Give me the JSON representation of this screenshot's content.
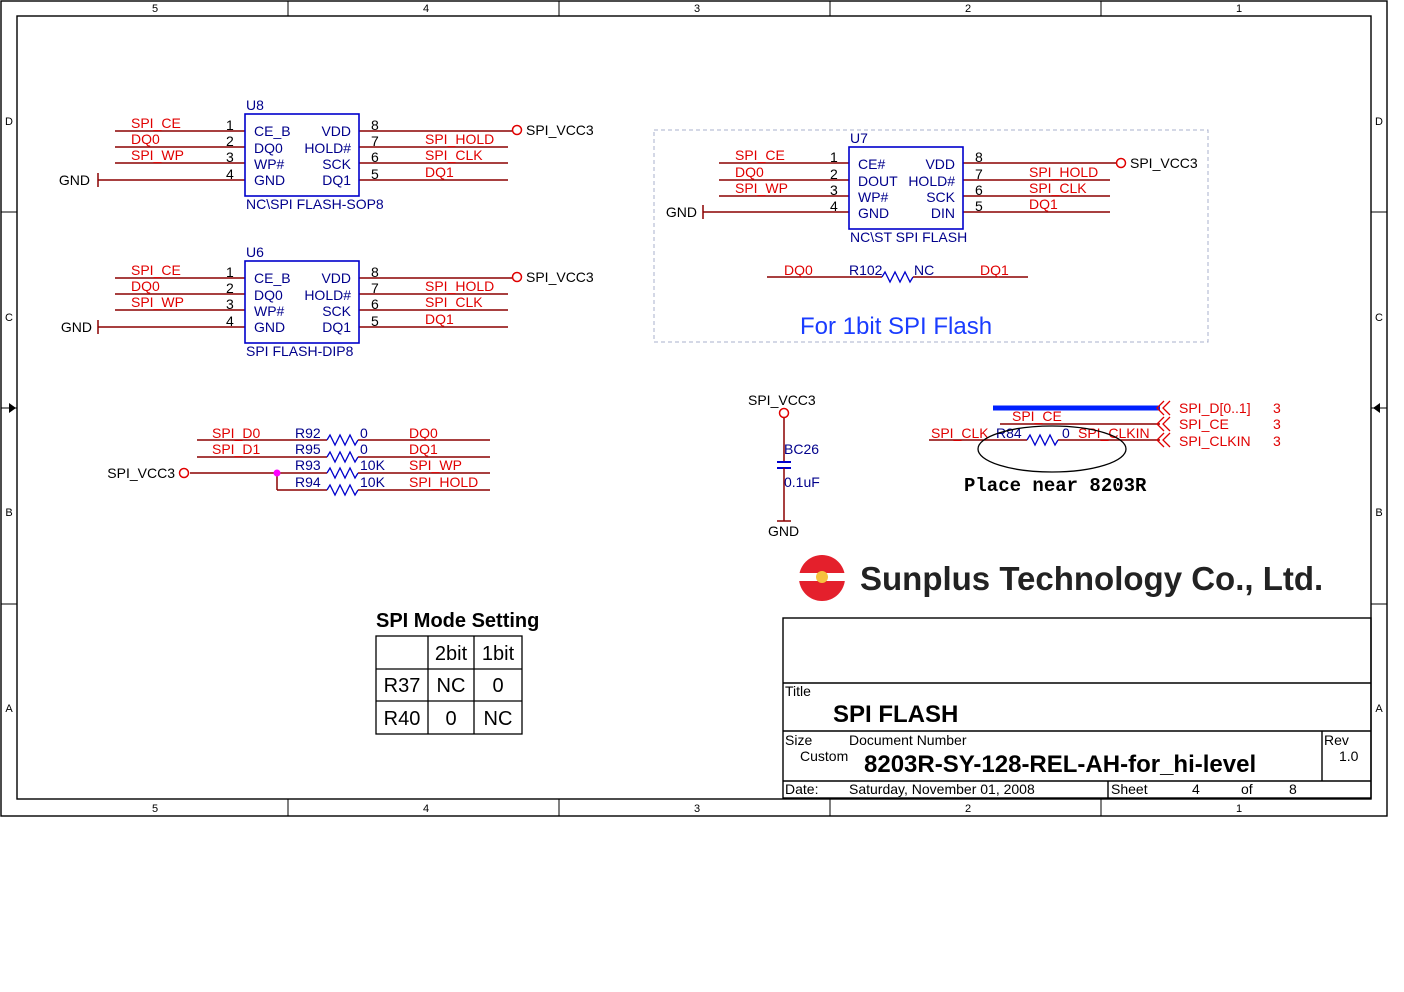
{
  "border": {
    "columns": [
      "5",
      "4",
      "3",
      "2",
      "1"
    ],
    "rows": [
      "D",
      "C",
      "B",
      "A"
    ]
  },
  "u8": {
    "ref": "U8",
    "part": "NC\\SPI FLASH-SOP8",
    "left_pins": [
      {
        "num": "1",
        "name": "CE_B",
        "net": "SPI_CE"
      },
      {
        "num": "2",
        "name": "DQ0",
        "net": "DQ0"
      },
      {
        "num": "3",
        "name": "WP#",
        "net": "SPI_WP"
      },
      {
        "num": "4",
        "name": "GND",
        "net": "GND"
      }
    ],
    "right_pins": [
      {
        "num": "8",
        "name": "VDD",
        "net": "SPI_VCC3"
      },
      {
        "num": "7",
        "name": "HOLD#",
        "net": "SPI_HOLD"
      },
      {
        "num": "6",
        "name": "SCK",
        "net": "SPI_CLK"
      },
      {
        "num": "5",
        "name": "DQ1",
        "net": "DQ1"
      }
    ]
  },
  "u6": {
    "ref": "U6",
    "part": "SPI FLASH-DIP8",
    "left_pins": [
      {
        "num": "1",
        "name": "CE_B",
        "net": "SPI_CE"
      },
      {
        "num": "2",
        "name": "DQ0",
        "net": "DQ0"
      },
      {
        "num": "3",
        "name": "WP#",
        "net": "SPI_WP"
      },
      {
        "num": "4",
        "name": "GND",
        "net": "GND"
      }
    ],
    "right_pins": [
      {
        "num": "8",
        "name": "VDD",
        "net": "SPI_VCC3"
      },
      {
        "num": "7",
        "name": "HOLD#",
        "net": "SPI_HOLD"
      },
      {
        "num": "6",
        "name": "SCK",
        "net": "SPI_CLK"
      },
      {
        "num": "5",
        "name": "DQ1",
        "net": "DQ1"
      }
    ]
  },
  "u7": {
    "ref": "U7",
    "part": "NC\\ST SPI FLASH",
    "left_pins": [
      {
        "num": "1",
        "name": "CE#",
        "net": "SPI_CE"
      },
      {
        "num": "2",
        "name": "DOUT",
        "net": "DQ0"
      },
      {
        "num": "3",
        "name": "WP#",
        "net": "SPI_WP"
      },
      {
        "num": "4",
        "name": "GND",
        "net": "GND"
      }
    ],
    "right_pins": [
      {
        "num": "8",
        "name": "VDD",
        "net": "SPI_VCC3"
      },
      {
        "num": "7",
        "name": "HOLD#",
        "net": "SPI_HOLD"
      },
      {
        "num": "6",
        "name": "SCK",
        "net": "SPI_CLK"
      },
      {
        "num": "5",
        "name": "DIN",
        "net": "DQ1"
      }
    ]
  },
  "r102": {
    "left_net": "DQ0",
    "ref": "R102",
    "value": "NC",
    "right_net": "DQ1"
  },
  "onebit_note": "For 1bit SPI Flash",
  "pullups": {
    "vcc": "SPI_VCC3",
    "rows": [
      {
        "left_net": "SPI_D0",
        "ref": "R92",
        "value": "0",
        "right_net": "DQ0"
      },
      {
        "left_net": "SPI_D1",
        "ref": "R95",
        "value": "0",
        "right_net": "DQ1"
      },
      {
        "left_net": "",
        "ref": "R93",
        "value": "10K",
        "right_net": "SPI_WP"
      },
      {
        "left_net": "",
        "ref": "R94",
        "value": "10K",
        "right_net": "SPI_HOLD"
      }
    ]
  },
  "cap": {
    "vcc": "SPI_VCC3",
    "ref": "BC26",
    "value": "0.1uF",
    "gnd": "GND"
  },
  "offpage": {
    "ce_net": "SPI_CE",
    "clk_net": "SPI_CLK",
    "r84_ref": "R84",
    "r84_value": "0",
    "clkin_net": "SPI_CLKIN",
    "ports": [
      {
        "name": "SPI_D[0..1]",
        "sheet": "3"
      },
      {
        "name": "SPI_CE",
        "sheet": "3"
      },
      {
        "name": "SPI_CLKIN",
        "sheet": "3"
      }
    ],
    "note": "Place near 8203R"
  },
  "mode_table": {
    "title": "SPI Mode Setting",
    "headers": [
      "",
      "2bit",
      "1bit"
    ],
    "rows": [
      [
        "R37",
        "NC",
        "0"
      ],
      [
        "R40",
        "0",
        "NC"
      ]
    ]
  },
  "company": "Sunplus Technology Co., Ltd.",
  "titleblock": {
    "title_label": "Title",
    "title": "SPI FLASH",
    "size_label": "Size",
    "size": "Custom",
    "docnum_label": "Document Number",
    "docnum": "8203R-SY-128-REL-AH-for_hi-level",
    "rev_label": "Rev",
    "rev": "1.0",
    "date_label": "Date:",
    "date": "Saturday, November 01, 2008",
    "sheet_label": "Sheet",
    "sheet": "4",
    "of_label": "of",
    "sheets": "8"
  },
  "colors": {
    "net": "#e00000",
    "wire": "#8b0000",
    "chip": "#0000cc",
    "port": "#1a3cff"
  }
}
